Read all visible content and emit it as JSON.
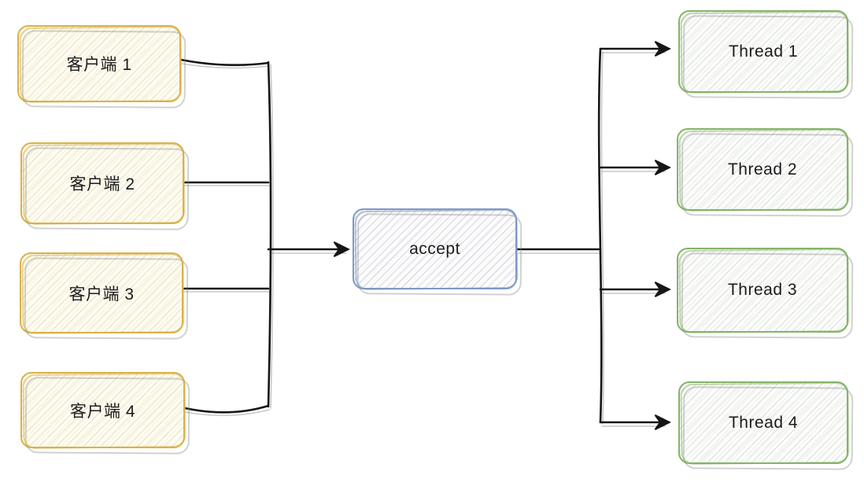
{
  "nodes": {
    "clients": [
      {
        "id": "client-1",
        "label": "客户端 1"
      },
      {
        "id": "client-2",
        "label": "客户端 2"
      },
      {
        "id": "client-3",
        "label": "客户端 3"
      },
      {
        "id": "client-4",
        "label": "客户端 4"
      }
    ],
    "acceptor": {
      "id": "accept",
      "label": "accept"
    },
    "threads": [
      {
        "id": "thread-1",
        "label": "Thread 1"
      },
      {
        "id": "thread-2",
        "label": "Thread 2"
      },
      {
        "id": "thread-3",
        "label": "Thread 3"
      },
      {
        "id": "thread-4",
        "label": "Thread 4"
      }
    ]
  },
  "edges": [
    {
      "from": "client-1",
      "to": "accept",
      "arrow": false
    },
    {
      "from": "client-2",
      "to": "accept",
      "arrow": false
    },
    {
      "from": "client-3",
      "to": "accept",
      "arrow": false
    },
    {
      "from": "client-4",
      "to": "accept",
      "arrow": false
    },
    {
      "from": "clients-trunk",
      "to": "accept",
      "arrow": true
    },
    {
      "from": "accept",
      "to": "thread-1",
      "arrow": true
    },
    {
      "from": "accept",
      "to": "thread-2",
      "arrow": true
    },
    {
      "from": "accept",
      "to": "thread-3",
      "arrow": true
    },
    {
      "from": "accept",
      "to": "thread-4",
      "arrow": true
    }
  ],
  "colors": {
    "client_border": "#d9b24a",
    "accept_border": "#7e99c4",
    "thread_border": "#85b468",
    "connector": "#161616",
    "background": "#ffffff"
  }
}
